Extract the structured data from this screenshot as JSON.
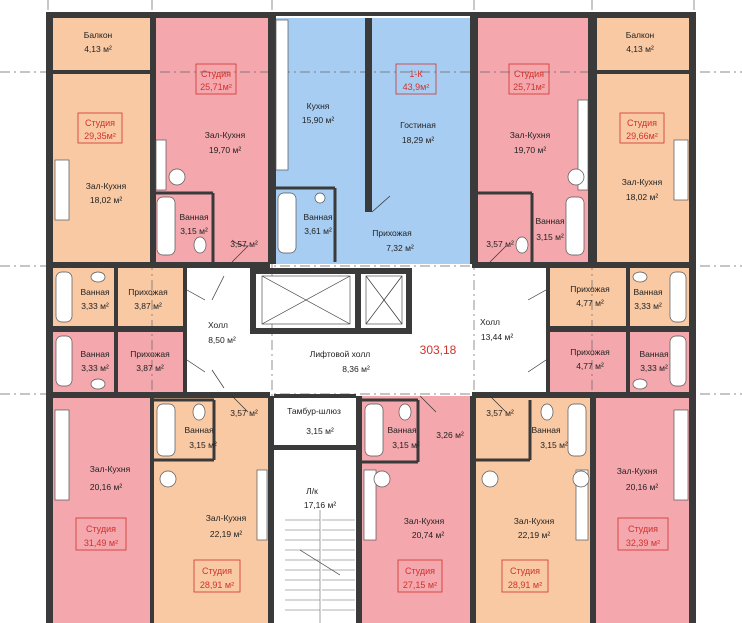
{
  "colors": {
    "pink": "#f4a7ad",
    "orange": "#f9c9a3",
    "blue": "#a8cdf2",
    "wall": "#3a3a3a",
    "label_red": "#d0342c"
  },
  "rooms": [
    {
      "id": "balkon-tl",
      "name": "Балкон",
      "area": "4,13 м²"
    },
    {
      "id": "kitchen-center",
      "name": "Кухня",
      "area": "15,90 м²"
    },
    {
      "id": "balkon-tr",
      "name": "Балкон",
      "area": "4,13 м²"
    },
    {
      "id": "zal-a",
      "name": "Зал-Кухня",
      "area": "19,70 м²"
    },
    {
      "id": "gostinaya",
      "name": "Гостиная",
      "area": "18,29 м²"
    },
    {
      "id": "zal-b",
      "name": "Зал-Кухня",
      "area": "19,70 м²"
    },
    {
      "id": "zal-c",
      "name": "Зал-Кухня",
      "area": "18,02 м²"
    },
    {
      "id": "zal-d",
      "name": "Зал-Кухня",
      "area": "18,02 м²"
    },
    {
      "id": "vannaya-a",
      "name": "Ванная",
      "area": "3,15 м²"
    },
    {
      "id": "vannaya-center",
      "name": "Ванная",
      "area": "3,61 м²"
    },
    {
      "id": "vannaya-b",
      "name": "Ванная",
      "area": "3,15 м²"
    },
    {
      "id": "small-a",
      "name": "",
      "area": "3,57 м²"
    },
    {
      "id": "prihozhaya-center",
      "name": "Прихожая",
      "area": "7,32 м²"
    },
    {
      "id": "small-b",
      "name": "",
      "area": "3,57 м²"
    },
    {
      "id": "vannaya-c",
      "name": "Ванная",
      "area": "3,33 м²"
    },
    {
      "id": "prihozhaya-a",
      "name": "Прихожая",
      "area": "3,87 м²"
    },
    {
      "id": "prihozhaya-b",
      "name": "Прихожая",
      "area": "4,77 м²"
    },
    {
      "id": "vannaya-d",
      "name": "Ванная",
      "area": "3,33 м²"
    },
    {
      "id": "holl-left",
      "name": "Холл",
      "area": "8,50 м²"
    },
    {
      "id": "holl-right",
      "name": "Холл",
      "area": "13,44 м²"
    },
    {
      "id": "vannaya-e",
      "name": "Ванная",
      "area": "3,33 м²"
    },
    {
      "id": "prihozhaya-c",
      "name": "Прихожая",
      "area": "3,87 м²"
    },
    {
      "id": "lift-holl",
      "name": "Лифтовой холл",
      "area": "8,36 м²"
    },
    {
      "id": "prihozhaya-d",
      "name": "Прихожая",
      "area": "4,77 м²"
    },
    {
      "id": "vannaya-f",
      "name": "Ванная",
      "area": "3,33 м²"
    },
    {
      "id": "small-c",
      "name": "",
      "area": "3,57 м²"
    },
    {
      "id": "small-d",
      "name": "",
      "area": "3,57 м²"
    },
    {
      "id": "tambur",
      "name": "Тамбур-шлюз",
      "area": "3,15 м²"
    },
    {
      "id": "vannaya-g",
      "name": "Ванная",
      "area": "3,15 м²"
    },
    {
      "id": "vannaya-h",
      "name": "Ванная",
      "area": "3,15 м²"
    },
    {
      "id": "vannaya-i",
      "name": "Ванная",
      "area": "3,15 м²"
    },
    {
      "id": "small-e",
      "name": "",
      "area": "3,26 м²"
    },
    {
      "id": "zal-e",
      "name": "Зал-Кухня",
      "area": "20,16 м²"
    },
    {
      "id": "zal-f",
      "name": "Зал-Кухня",
      "area": "20,16 м²"
    },
    {
      "id": "stair",
      "name": "Л/к",
      "area": "17,16 м²"
    },
    {
      "id": "zal-g",
      "name": "Зал-Кухня",
      "area": "22,19 м²"
    },
    {
      "id": "zal-h",
      "name": "Зал-Кухня",
      "area": "20,74 м²"
    },
    {
      "id": "zal-i",
      "name": "Зал-Кухня",
      "area": "22,19 м²"
    }
  ],
  "apartments": [
    {
      "id": "apt-1",
      "type": "Студия",
      "area": "25,71м²"
    },
    {
      "id": "apt-2",
      "type": "1-К",
      "area": "43,9м²"
    },
    {
      "id": "apt-3",
      "type": "Студия",
      "area": "25,71м²"
    },
    {
      "id": "apt-4",
      "type": "Студия",
      "area": "29,35м²"
    },
    {
      "id": "apt-5",
      "type": "Студия",
      "area": "29,66м²"
    },
    {
      "id": "apt-6",
      "type": "Студия",
      "area": "31,49 м²"
    },
    {
      "id": "apt-7",
      "type": "Студия",
      "area": "32,39 м²"
    },
    {
      "id": "apt-8",
      "type": "Студия",
      "area": "28,91 м²"
    },
    {
      "id": "apt-9",
      "type": "Студия",
      "area": "27,15 м²"
    },
    {
      "id": "apt-10",
      "type": "Студия",
      "area": "28,91 м²"
    }
  ],
  "total_area": "303,18"
}
